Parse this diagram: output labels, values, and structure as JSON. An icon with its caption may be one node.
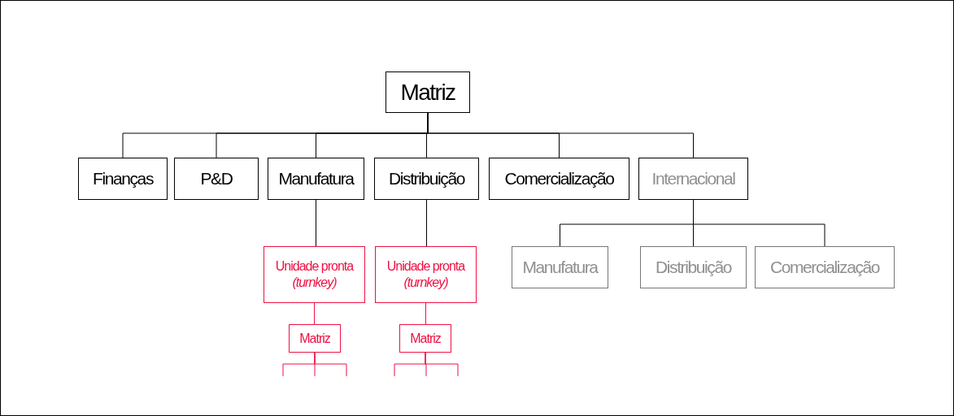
{
  "diagram": {
    "nodes": [
      {
        "text": [
          "Matriz"
        ]
      },
      {
        "text": [
          "Finanças"
        ]
      },
      {
        "text": [
          "P&D"
        ]
      },
      {
        "text": [
          "Manufatura"
        ]
      },
      {
        "text": [
          "Distribuição"
        ]
      },
      {
        "text": [
          "Comercialização"
        ]
      },
      {
        "text": [
          "Internacional"
        ]
      },
      {
        "text": [
          "Manufatura"
        ]
      },
      {
        "text": [
          "Distribuição"
        ]
      },
      {
        "text": [
          "Comercialização"
        ]
      },
      {
        "text": [
          "Unidade pronta *(turnkey)*"
        ]
      },
      {
        "text": [
          "Unidade pronta *(turnkey)*"
        ]
      },
      {
        "text": [
          "Matriz"
        ]
      },
      {
        "text": [
          "Matriz"
        ]
      }
    ],
    "edges": [
      {
        "from": 0,
        "to": 1,
        "arrow": "none"
      },
      {
        "from": 0,
        "to": 2,
        "arrow": "none"
      },
      {
        "from": 0,
        "to": 3,
        "arrow": "none"
      },
      {
        "from": 0,
        "to": 4,
        "arrow": "none"
      },
      {
        "from": 0,
        "to": 5,
        "arrow": "none"
      },
      {
        "from": 0,
        "to": 6,
        "arrow": "none"
      },
      {
        "from": 6,
        "to": 7,
        "arrow": "none"
      },
      {
        "from": 6,
        "to": 8,
        "arrow": "none"
      },
      {
        "from": 6,
        "to": 9,
        "arrow": "none"
      },
      {
        "from": 3,
        "to": 10,
        "arrow": "none"
      },
      {
        "from": 4,
        "to": 11,
        "arrow": "none"
      },
      {
        "from": 10,
        "to": 12,
        "arrow": "none",
        "color": "#ee1144"
      },
      {
        "from": 11,
        "to": 13,
        "arrow": "none",
        "color": "#ee1144"
      },
      {
        "from": 12,
        "to": null,
        "arrow": "none",
        "color": "#ee1144"
      },
      {
        "from": 12,
        "to": null,
        "arrow": "none",
        "color": "#ee1144"
      },
      {
        "from": 12,
        "to": null,
        "arrow": "none",
        "color": "#ee1144"
      },
      {
        "from": 13,
        "to": null,
        "arrow": "none",
        "color": "#ee1144"
      },
      {
        "from": 13,
        "to": null,
        "arrow": "none",
        "color": "#ee1144"
      },
      {
        "from": 13,
        "to": null,
        "arrow": "none",
        "color": "#ee1144"
      }
    ]
  }
}
